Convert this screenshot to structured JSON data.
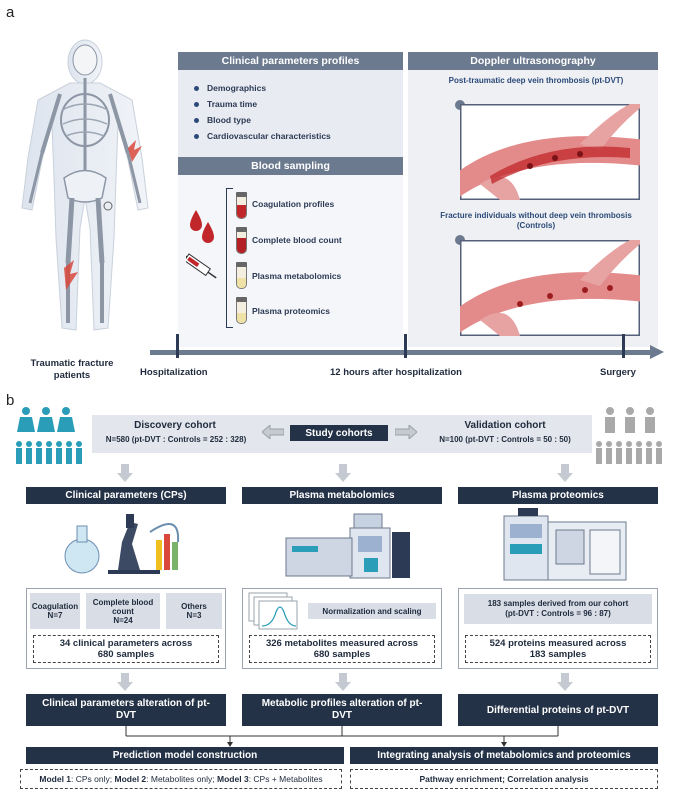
{
  "panels": {
    "a": "a",
    "b": "b"
  },
  "panel_a": {
    "clinical_header": "Clinical parameters profiles",
    "clinical_items": [
      "Demographics",
      "Trauma time",
      "Blood type",
      "Cardiovascular characteristics"
    ],
    "blood_header": "Blood sampling",
    "blood_items": [
      "Coagulation profiles",
      "Complete blood count",
      "Plasma metabolomics",
      "Plasma proteomics"
    ],
    "doppler_header": "Doppler ultrasonography",
    "doppler_case_1": "Post-traumatic deep vein thrombosis (pt-DVT)",
    "doppler_case_2": "Fracture individuals without deep vein thrombosis (Controls)",
    "timeline": {
      "patients": "Traumatic fracture patients",
      "hospitalization": "Hospitalization",
      "after": "12 hours after hospitalization",
      "surgery": "Surgery"
    }
  },
  "panel_b": {
    "discovery_title": "Discovery cohort",
    "discovery_n": "N=580 (pt-DVT : Controls = 252 : 328)",
    "study_cohorts": "Study cohorts",
    "validation_title": "Validation cohort",
    "validation_n": "N=100 (pt-DVT : Controls = 50 : 50)",
    "col1": {
      "header": "Clinical parameters (CPs)",
      "chips": [
        {
          "title": "Coagulation",
          "n": "N=7"
        },
        {
          "title": "Complete blood count",
          "n": "N=24"
        },
        {
          "title": "Others",
          "n": "N=3"
        }
      ],
      "summary_1": "34 clinical parameters across",
      "summary_2": "680 samples",
      "result": "Clinical parameters alteration of pt-DVT"
    },
    "col2": {
      "header": "Plasma metabolomics",
      "chip": "Normalization and scaling",
      "summary_1": "326 metabolites measured across",
      "summary_2": "680 samples",
      "result": "Metabolic profiles alteration of pt-DVT"
    },
    "col3": {
      "header": "Plasma proteomics",
      "chip_1": "183 samples derived from our cohort",
      "chip_2": "(pt-DVT : Controls = 96 : 87)",
      "summary_1": "524 proteins measured across",
      "summary_2": "183 samples",
      "result": "Differential proteins of pt-DVT"
    },
    "prediction": "Prediction model construction",
    "integrating": "Integrating analysis of metabolomics and proteomics",
    "models": {
      "m1": "Model 1",
      "m1_text": ": CPs only; ",
      "m2": "Model 2",
      "m2_text": ": Metabolites only; ",
      "m3": "Model 3",
      "m3_text": ": CPs + Metabolites"
    },
    "pathway": "Pathway enrichment; Correlation analysis"
  },
  "colors": {
    "navy": "#243247",
    "slate": "#6b7a8f",
    "teal_people": "#2a9db8",
    "grey_people": "#a9a9a9",
    "blood": "#c0262a"
  }
}
